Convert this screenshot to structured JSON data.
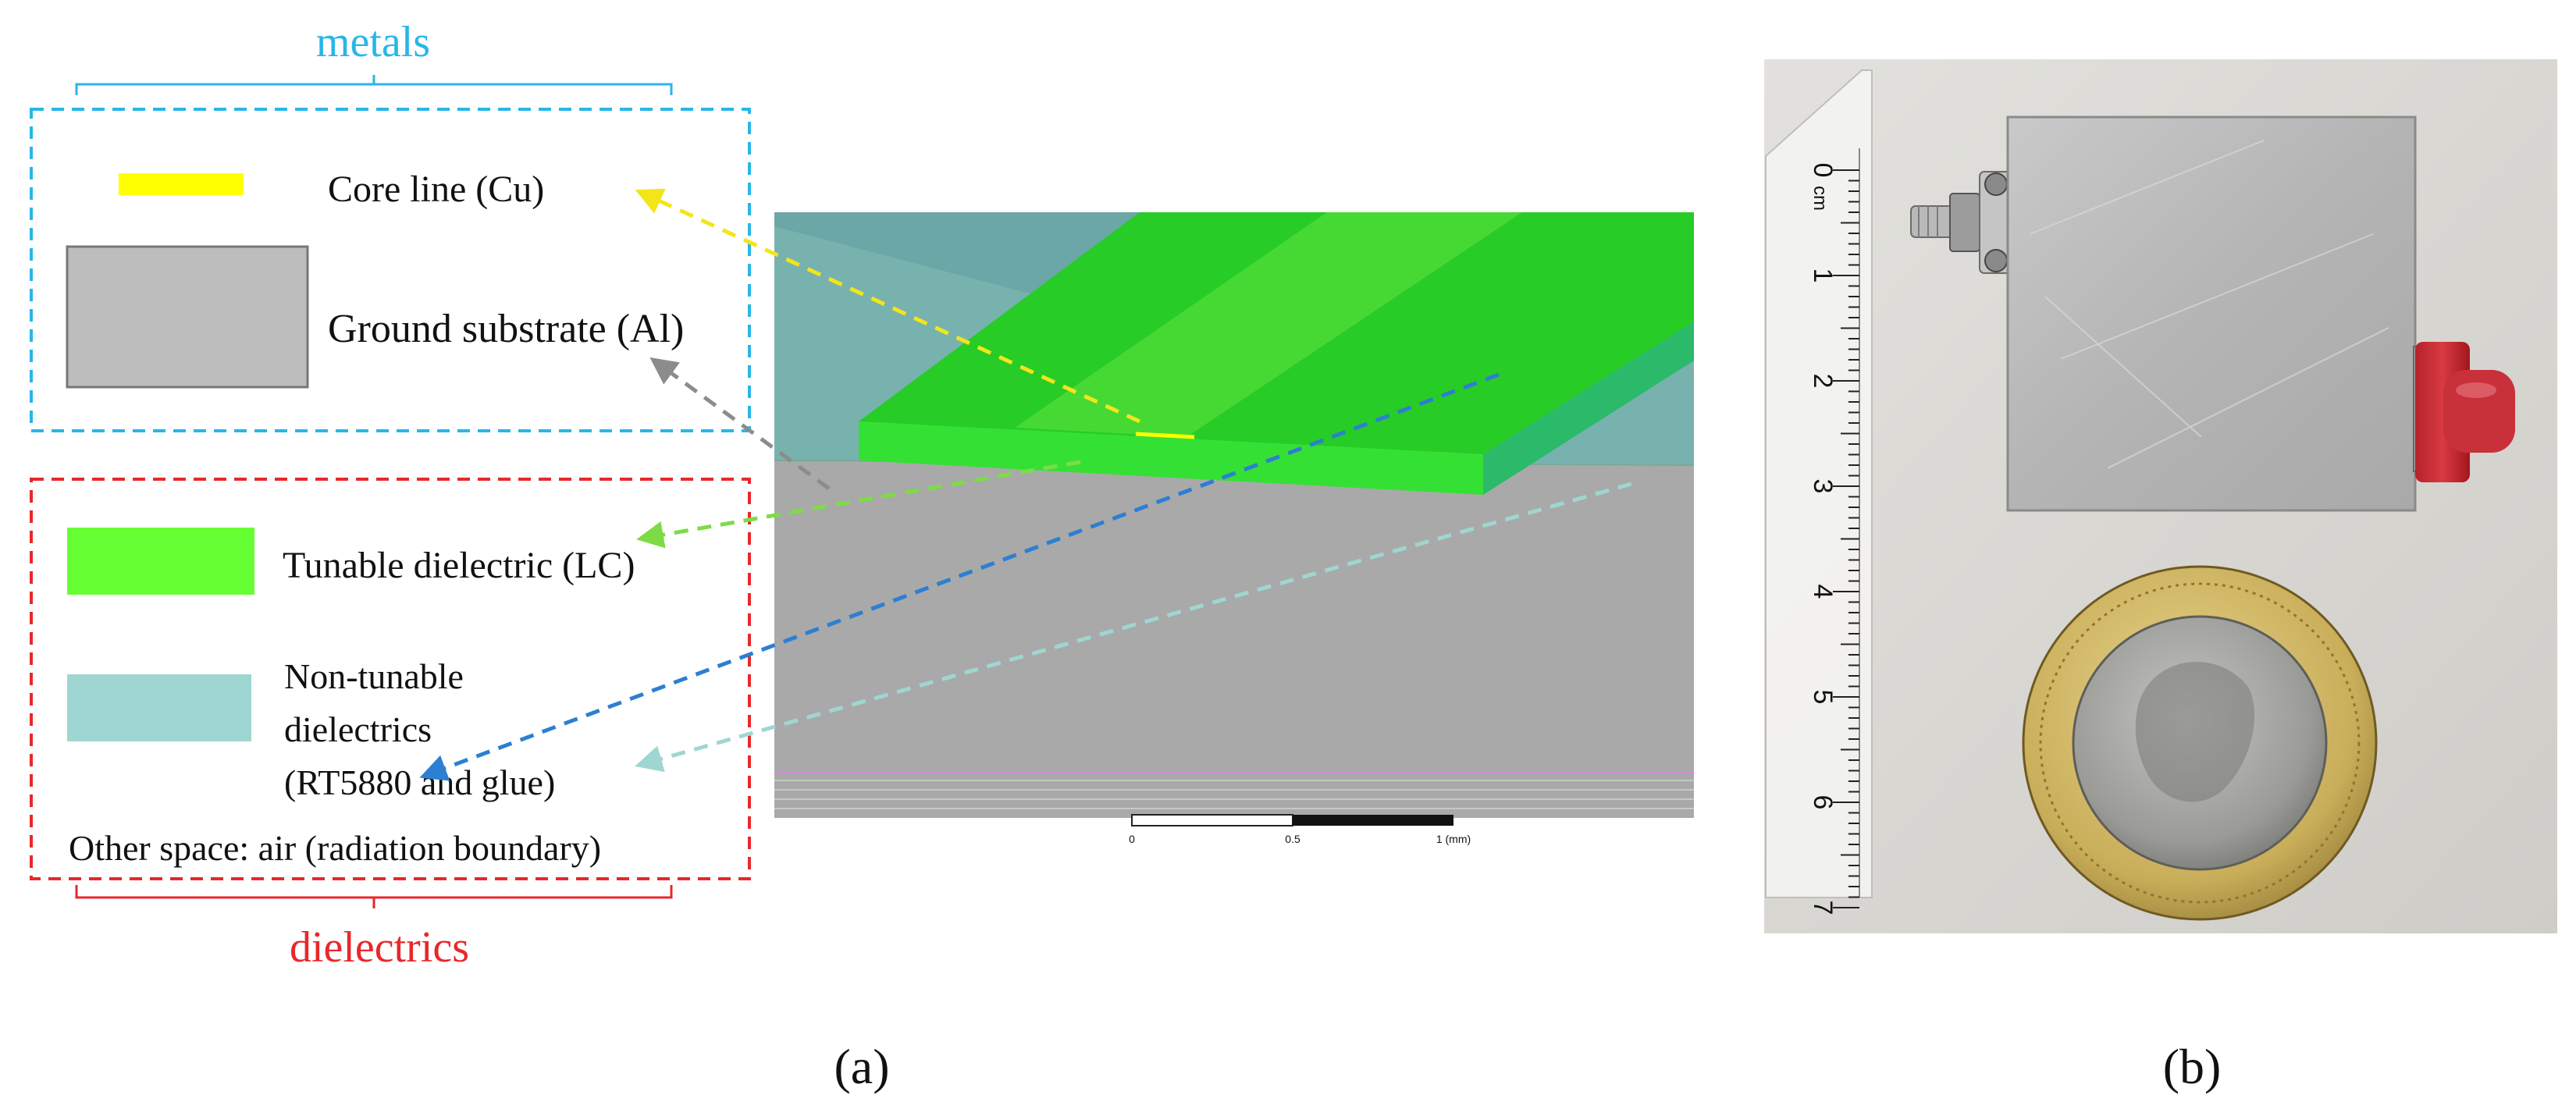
{
  "panel_a": {
    "metals_heading": "metals",
    "dielectrics_heading": "dielectrics",
    "legend": {
      "core_line": "Core line (Cu)",
      "ground_substrate": "Ground substrate (Al)",
      "tunable_dielectric": "Tunable dielectric (LC)",
      "non_tunable_line1": "Non-tunable",
      "non_tunable_line2": "dielectrics",
      "non_tunable_line3": "(RT5880 and glue)",
      "other_space": "Other space: air (radiation boundary)"
    },
    "scale_bar": {
      "tick_0": "0",
      "tick_mid": "0.5",
      "tick_end": "1 (mm)"
    },
    "caption": "(a)"
  },
  "panel_b": {
    "ruler_unit": "cm",
    "ruler_numbers": [
      "0",
      "1",
      "2",
      "3",
      "4",
      "5",
      "6",
      "7"
    ],
    "caption": "(b)"
  },
  "colors": {
    "metals": "#29b6e8",
    "dielectrics": "#e8282b",
    "core_line": "#ffff00",
    "ground": "#bdbdbd",
    "tunable": "#66ff33",
    "non_tunable": "#9fd6d1",
    "arrow_yellow": "#f2e51a",
    "arrow_gray": "#8c8c8c",
    "arrow_green": "#7ddc46",
    "arrow_blue": "#2c7fd2",
    "arrow_cyan": "#9fd6d1"
  }
}
